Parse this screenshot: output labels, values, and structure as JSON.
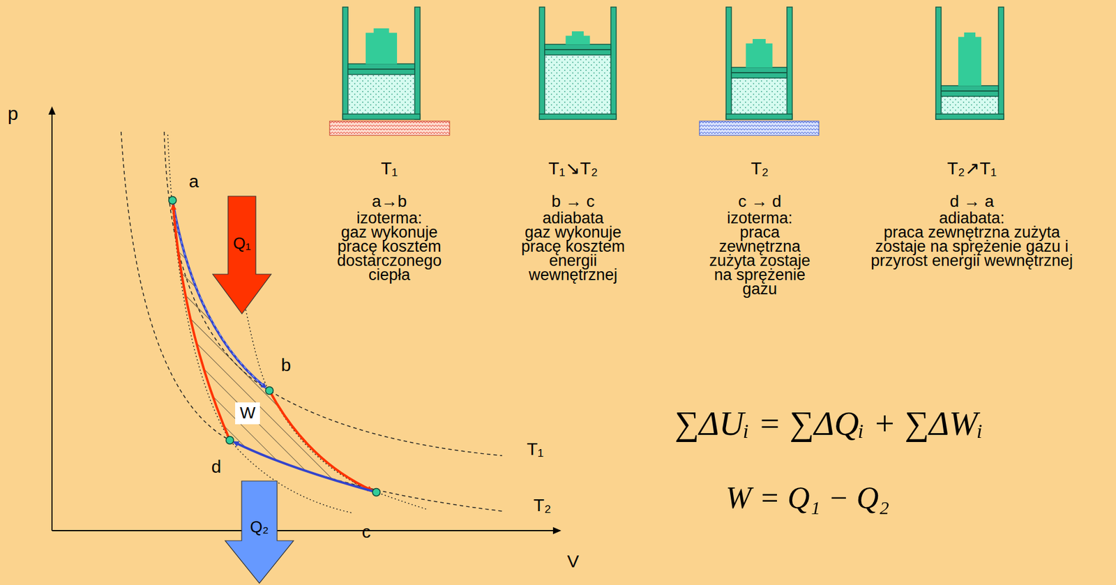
{
  "diagram": {
    "nodes": [
      {
        "text": [
          "Q₁"
        ]
      },
      {
        "text": [
          "W"
        ]
      },
      {
        "text": [
          "Q₂"
        ]
      }
    ],
    "labels": [
      "p",
      "V",
      "a",
      "b",
      "c",
      "d",
      "T₁",
      "T₂",
      "T₁",
      "a→b",
      "izoterma:",
      "gaz wykonuje pracę kosztem dostarczonego ciepła",
      "T₁↘T₂",
      "b → c",
      "adiabata",
      "gaz wykonuje pracę kosztem energii wewnętrznej",
      "T₂",
      "c → d",
      "izoterma:",
      "praca zewnętrzna zużyta zostaje na sprężenie gazu",
      "T₂↗T₁",
      "d → a",
      "adiabata:",
      "praca zewnętrzna zużyta zostaje na sprężenie gazu i przyrost energii wewnętrznej",
      "∑ΔUᵢ = ∑ΔQᵢ + ∑ΔWᵢ",
      "W = Q₁ − Q₂"
    ]
  }
}
